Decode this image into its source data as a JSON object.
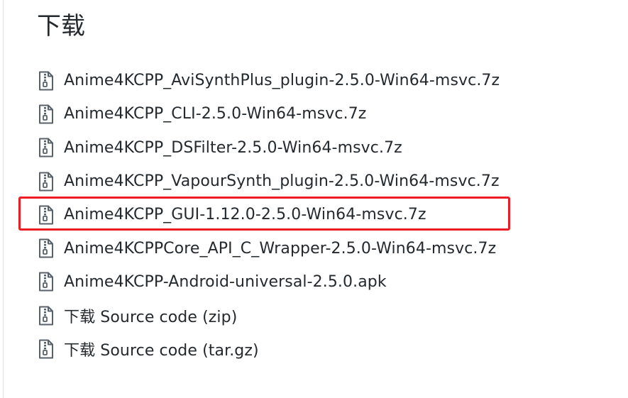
{
  "section": {
    "title": "下载"
  },
  "assets": [
    {
      "name": "Anime4KCPP_AviSynthPlus_plugin-2.5.0-Win64-msvc.7z",
      "icon": "file-zip-icon"
    },
    {
      "name": "Anime4KCPP_CLI-2.5.0-Win64-msvc.7z",
      "icon": "file-zip-icon"
    },
    {
      "name": "Anime4KCPP_DSFilter-2.5.0-Win64-msvc.7z",
      "icon": "file-zip-icon"
    },
    {
      "name": "Anime4KCPP_VapourSynth_plugin-2.5.0-Win64-msvc.7z",
      "icon": "file-zip-icon"
    },
    {
      "name": "Anime4KCPP_GUI-1.12.0-2.5.0-Win64-msvc.7z",
      "icon": "file-zip-icon"
    },
    {
      "name": "Anime4KCPPCore_API_C_Wrapper-2.5.0-Win64-msvc.7z",
      "icon": "file-zip-icon"
    },
    {
      "name": "Anime4KCPP-Android-universal-2.5.0.apk",
      "icon": "file-zip-icon"
    },
    {
      "name": "下载 Source code (zip)",
      "icon": "file-zip-icon"
    },
    {
      "name": "下载 Source code (tar.gz)",
      "icon": "file-zip-icon"
    }
  ],
  "highlight": {
    "color": "#ec1c24"
  }
}
